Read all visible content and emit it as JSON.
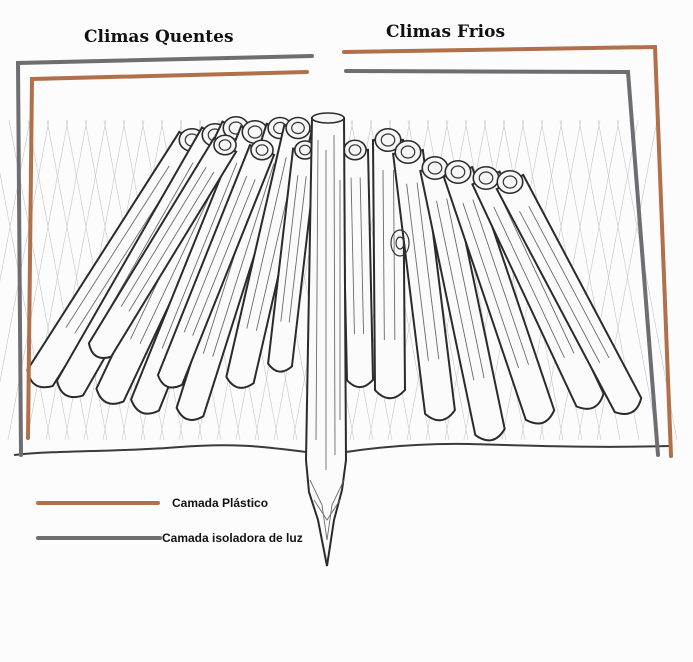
{
  "labels": {
    "warm_climates": "Climas Quentes",
    "cold_climates": "Climas Frios"
  },
  "legend": [
    {
      "label": "Camada Plástico",
      "color": "#b0704a"
    },
    {
      "label": "Camada isoladora de luz",
      "color": "#6e6e72"
    }
  ],
  "colors": {
    "plastic_layer": "#b0704a",
    "light_insulating_layer": "#6e6e72",
    "ink": "#2b2b2b"
  }
}
